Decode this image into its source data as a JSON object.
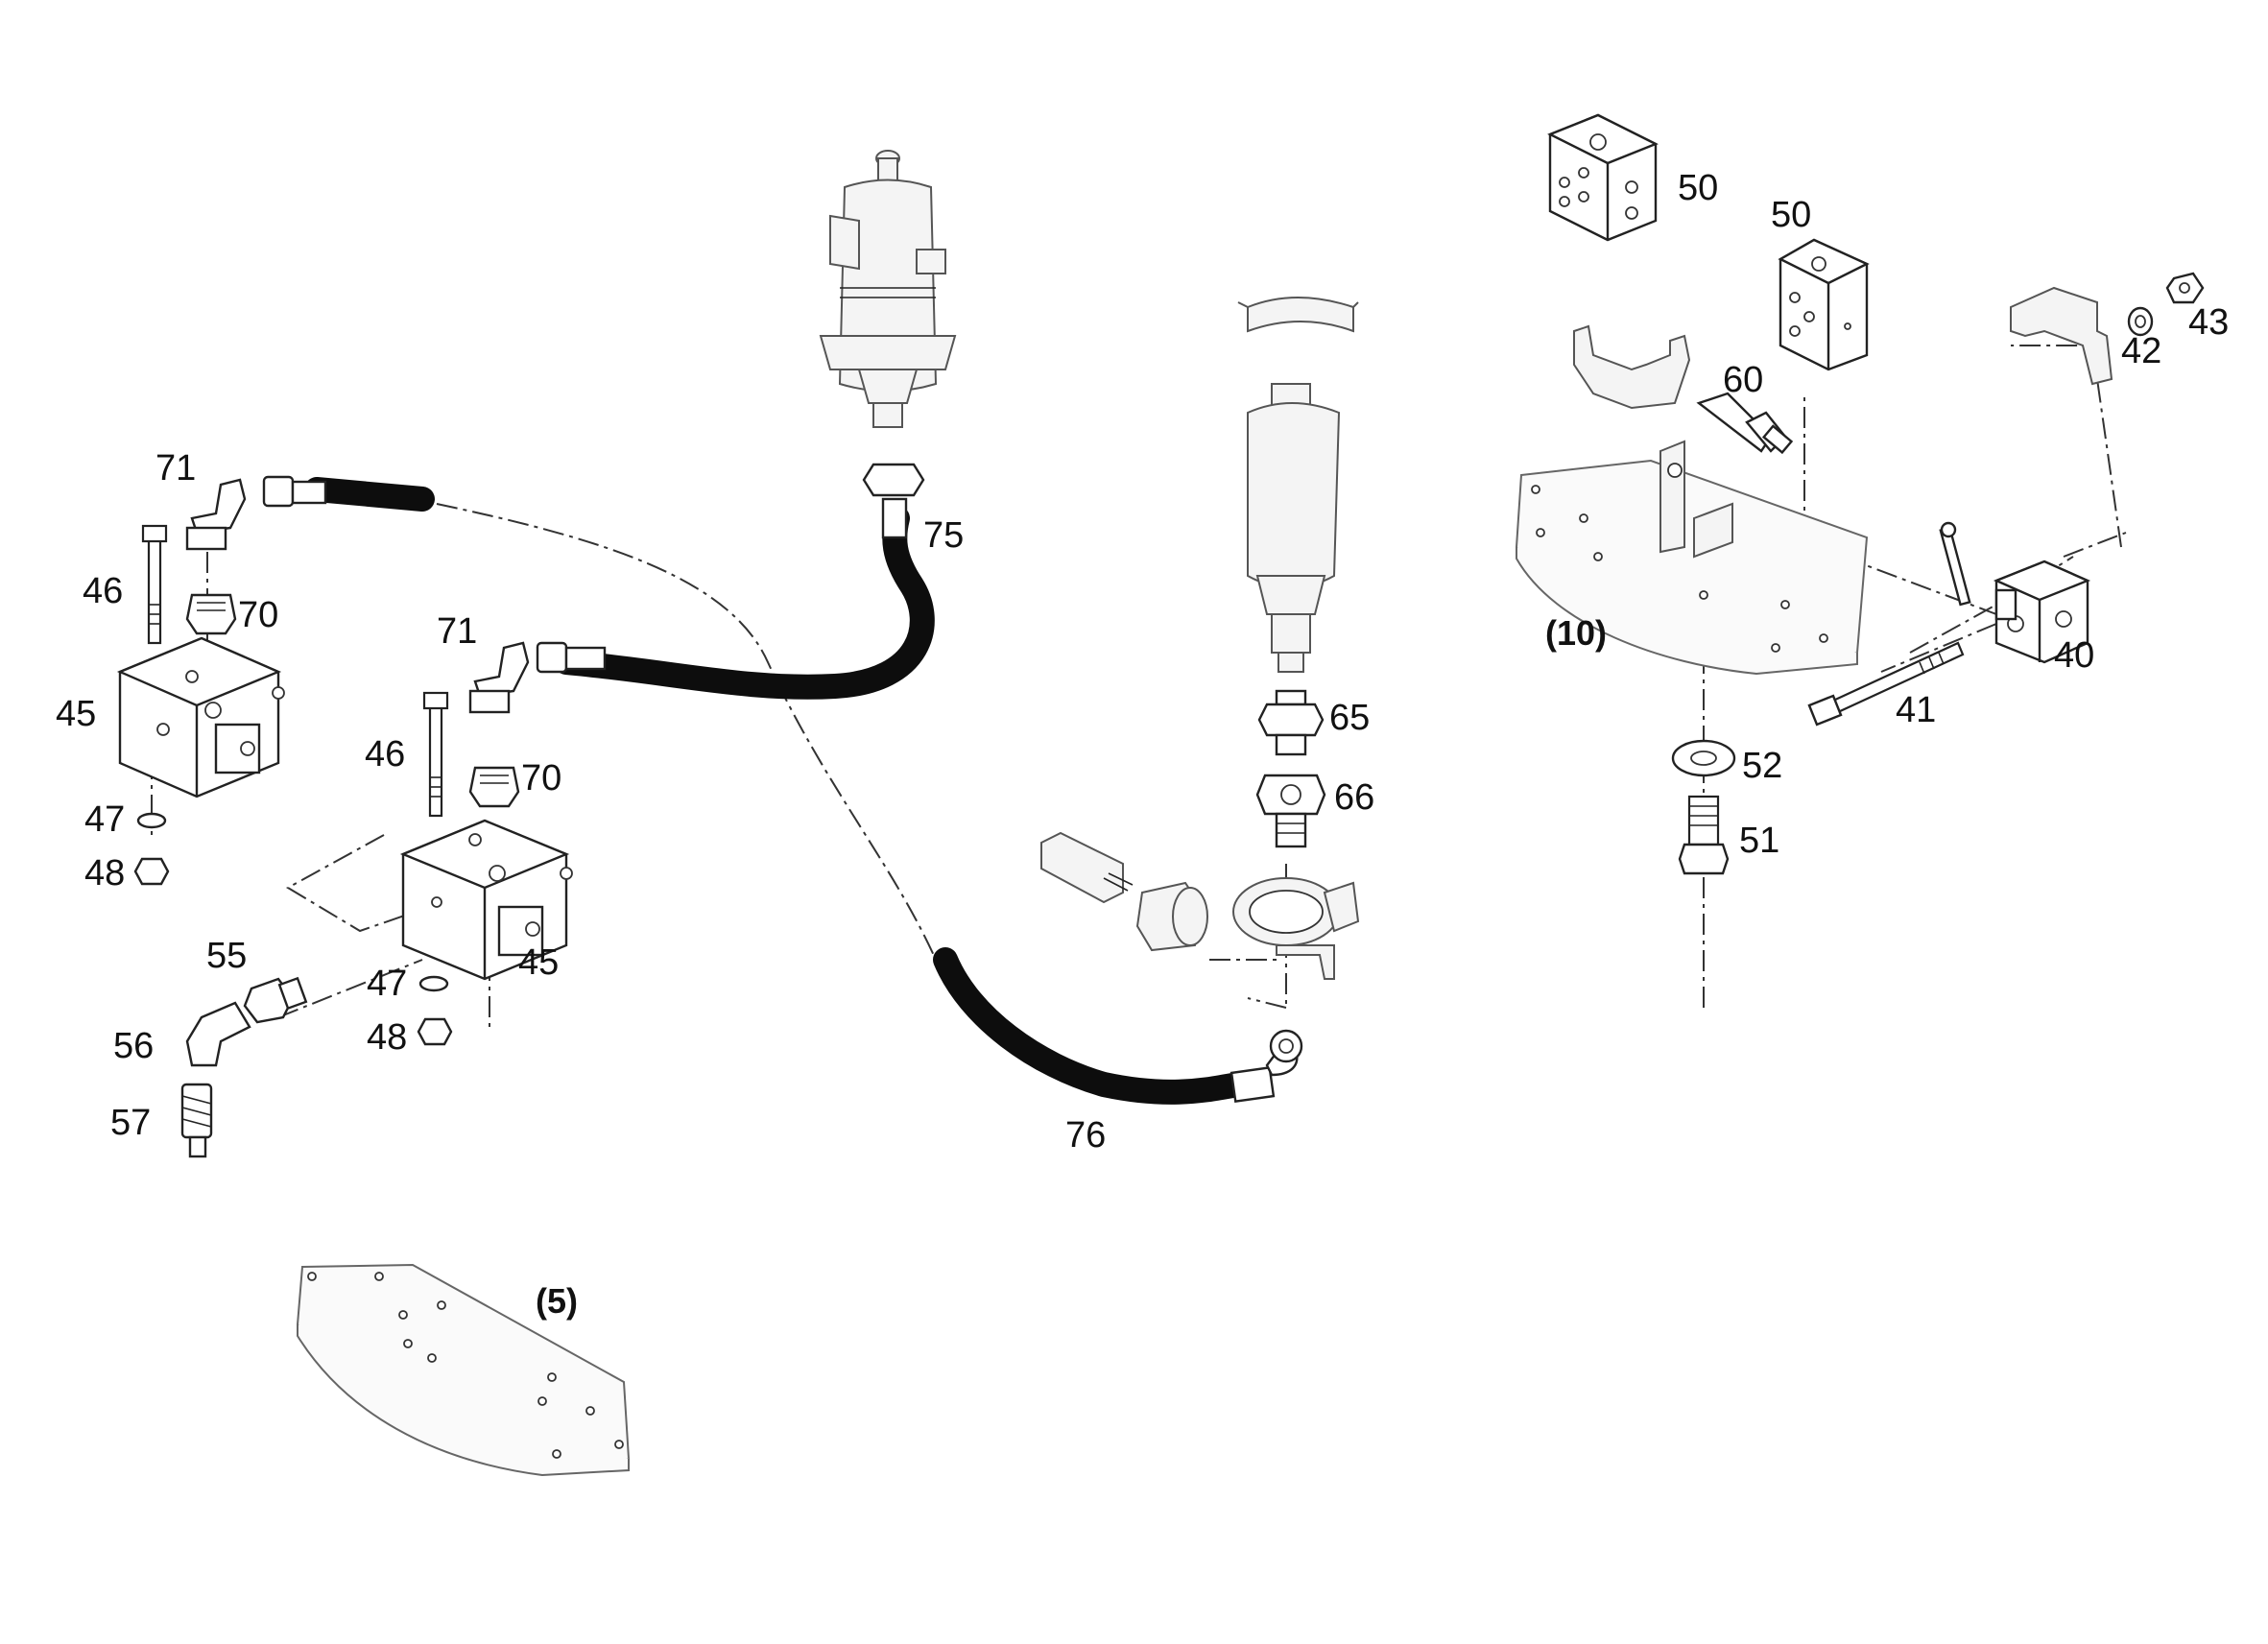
{
  "callouts": {
    "c71a": "71",
    "c70a": "70",
    "c46a": "46",
    "c45a": "45",
    "c47a": "47",
    "c48a": "48",
    "c71b": "71",
    "c70b": "70",
    "c46b": "46",
    "c45b": "45",
    "c47b": "47",
    "c48b": "48",
    "c55": "55",
    "c56": "56",
    "c57": "57",
    "c75": "75",
    "c76": "76",
    "c65": "65",
    "c66": "66",
    "c50a": "50",
    "c50b": "50",
    "c60": "60",
    "c10": "(10)",
    "c52": "52",
    "c51": "51",
    "c41": "41",
    "c40": "40",
    "c42": "42",
    "c43": "43",
    "c5": "(5)"
  }
}
